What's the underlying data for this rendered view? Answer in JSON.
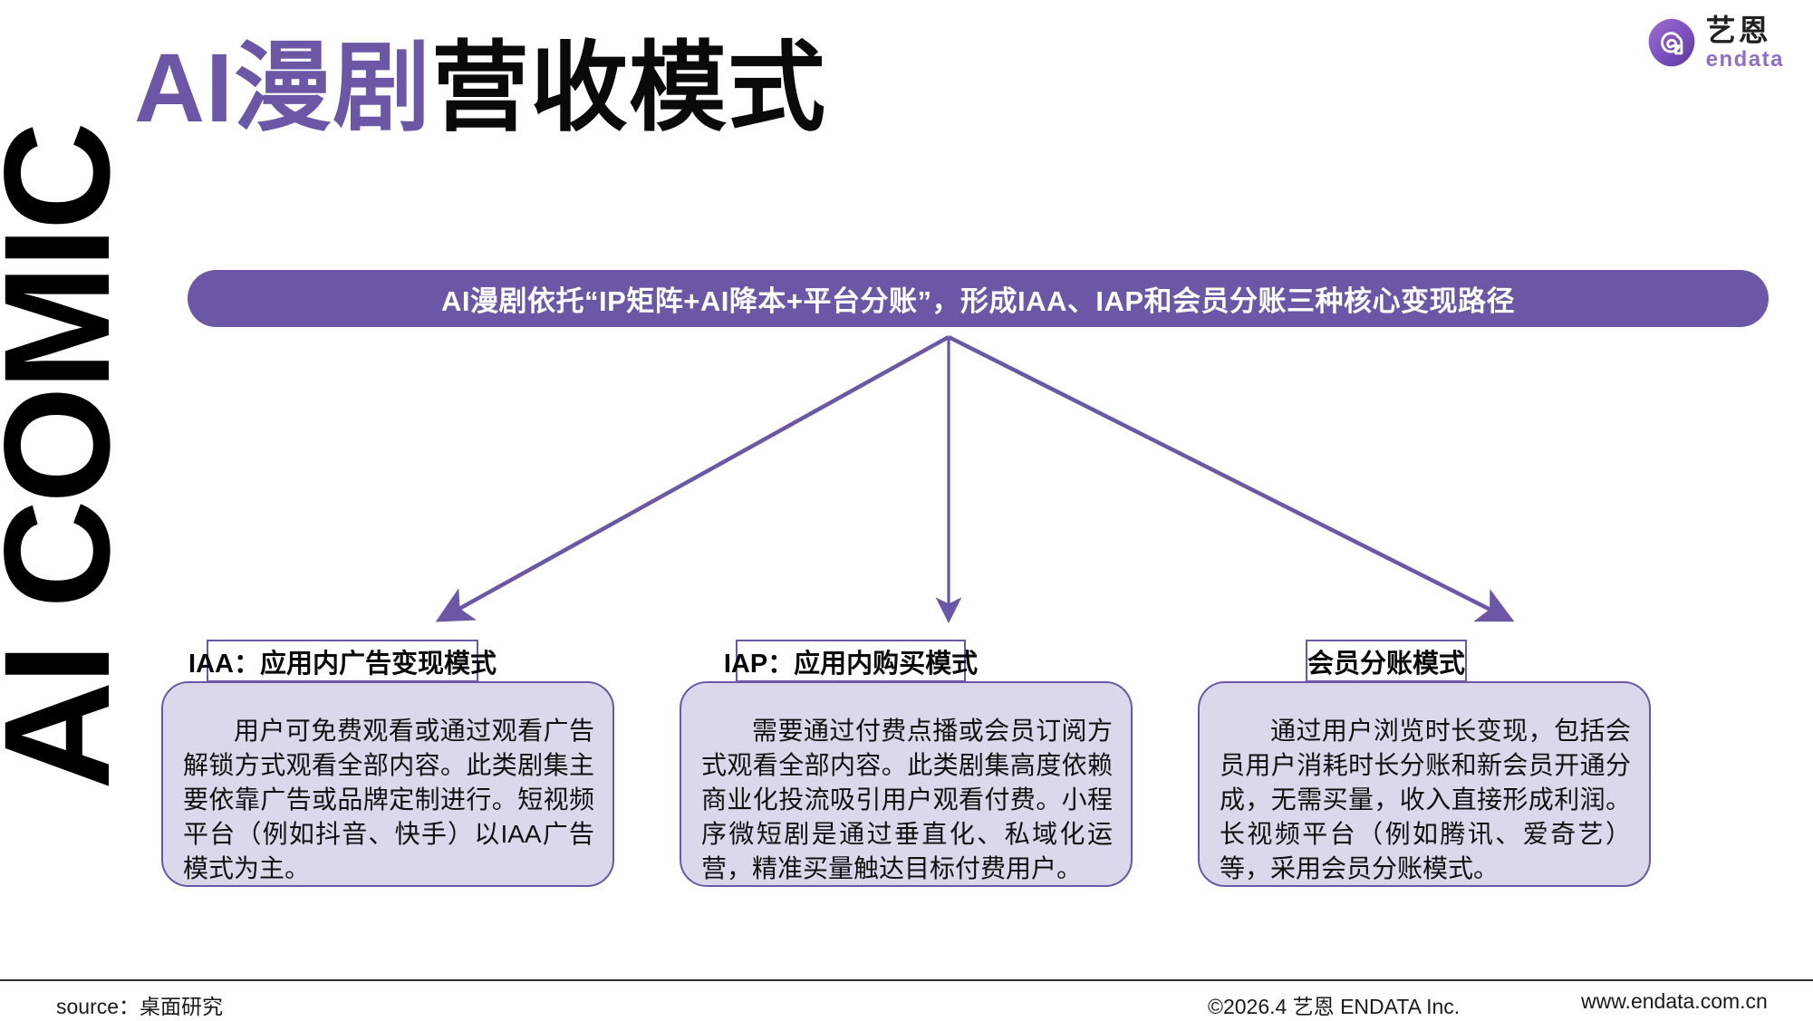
{
  "watermark": {
    "text": "AI COMIC"
  },
  "title": {
    "accent": "AI漫剧",
    "plain": "营收模式"
  },
  "logo": {
    "cn": "艺恩",
    "en": "endata",
    "mark": "endata-e-logo-icon"
  },
  "banner": {
    "text": "AI漫剧依托“IP矩阵+AI降本+平台分账”，形成IAA、IAP和会员分账三种核心变现路径"
  },
  "colors": {
    "accent_purple": "#6B57A5",
    "card_fill": "#DCD8EB",
    "card_border": "#6B57A5",
    "logo_en": "#8F6FC4",
    "text_black": "#0A0A0A"
  },
  "cards": [
    {
      "id": "iaa",
      "head": "IAA：应用内广告变现模式",
      "body": "用户可免费观看或通过观看广告解锁方式观看全部内容。此类剧集主要依靠广告或品牌定制进行。短视频平台（例如抖音、快手）以IAA广告模式为主。"
    },
    {
      "id": "iap",
      "head": "IAP：应用内购买模式",
      "body": "需要通过付费点播或会员订阅方式观看全部内容。此类剧集高度依赖商业化投流吸引用户观看付费。小程序微短剧是通过垂直化、私域化运营，精准买量触达目标付费用户。"
    },
    {
      "id": "member",
      "head": "会员分账模式",
      "body": "通过用户浏览时长变现，包括会员用户消耗时长分账和新会员开通分成，无需买量，收入直接形成利润。长视频平台（例如腾讯、爱奇艺）等，采用会员分账模式。"
    }
  ],
  "footer": {
    "source": "source：桌面研究",
    "copyright": "©2026.4  艺恩 ENDATA Inc.",
    "url": "www.endata.com.cn"
  }
}
